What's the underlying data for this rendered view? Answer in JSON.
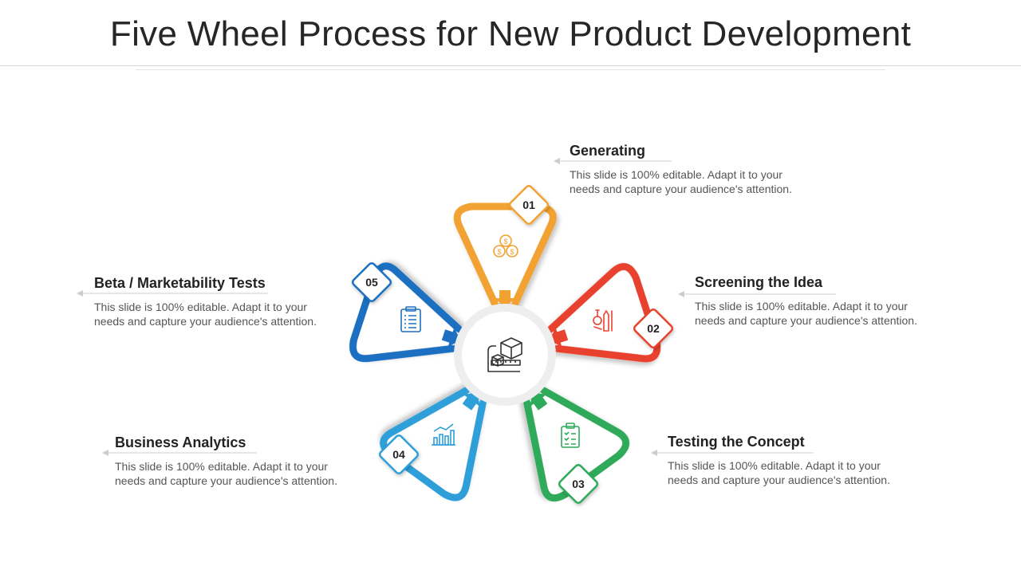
{
  "title": "Five Wheel Process for New Product Development",
  "colors": {
    "step1": "#F2A231",
    "step2": "#E8432E",
    "step3": "#2DAA5A",
    "step4": "#2E9FD9",
    "step5": "#1E6FC1"
  },
  "steps": [
    {
      "number": "01",
      "label": "Generating",
      "desc": "This slide is 100% editable. Adapt it to your needs and capture your audience's attention.",
      "icon": "coins-icon"
    },
    {
      "number": "02",
      "label": "Screening the Idea",
      "desc": "This slide is 100% editable. Adapt it to your needs and capture your audience's attention.",
      "icon": "tools-icon"
    },
    {
      "number": "03",
      "label": "Testing the Concept",
      "desc": "This slide is 100% editable. Adapt it to your needs and capture your audience's attention.",
      "icon": "checklist-icon"
    },
    {
      "number": "04",
      "label": "Business Analytics",
      "desc": "This slide is 100% editable. Adapt it to your needs and capture your audience's attention.",
      "icon": "bar-chart-icon"
    },
    {
      "number": "05",
      "label": "Beta / Marketability Tests",
      "desc": "This slide is 100% editable. Adapt it to your needs and capture your audience's attention.",
      "icon": "clipboard-list-icon"
    }
  ],
  "center_icon": "product-blueprint-icon"
}
